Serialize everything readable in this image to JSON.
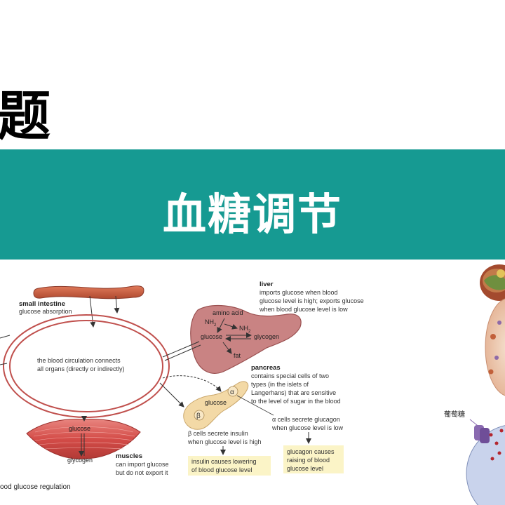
{
  "header": {
    "partial_char": "题",
    "banner_title": "血糖调节"
  },
  "diagram": {
    "small_intestine": {
      "title": "small intestine",
      "desc": "glucose absorption"
    },
    "circulation": {
      "line1": "the blood circulation connects",
      "line2": "all organs (directly or indirectly)"
    },
    "liver": {
      "title": "liver",
      "desc": [
        "imports glucose when blood",
        "glucose level is high; exports glucose",
        "when blood glucose level is low"
      ],
      "amino_acid": "amino acid",
      "nh2": "NH",
      "nh2_sub": "2",
      "glucose": "glucose",
      "glycogen": "glycogen",
      "fat": "fat"
    },
    "pancreas": {
      "title": "pancreas",
      "desc": [
        "contains special cells of two",
        "types (in the islets of",
        "Langerhans) that are sensitive",
        "to the level of sugar in the blood"
      ],
      "glucose": "glucose",
      "alpha": "α",
      "beta": "β"
    },
    "beta_cells": [
      "β  cells secrete insulin",
      "when glucose level is high"
    ],
    "alpha_cells": [
      "α  cells secrete glucagon",
      "when glucose level is low"
    ],
    "insulin_box": [
      "insulin causes lowering",
      "of blood glucose level"
    ],
    "glucagon_box": [
      "glucagon causes",
      "raising of blood",
      "glucose level"
    ],
    "muscle": {
      "glucose": "glucose",
      "glycogen": "glycogen",
      "title": "muscles",
      "desc": [
        "can import glucose",
        "but do not export it"
      ]
    },
    "caption": "ood glucose regulation",
    "side_label": "葡萄糖"
  },
  "colors": {
    "banner": "#169a92",
    "circulation": "#c0504d",
    "liver": "#c98383",
    "pancreas": "#f3d9a6",
    "highlight_box": "#fbf4c7",
    "muscle": "#d9524e"
  }
}
